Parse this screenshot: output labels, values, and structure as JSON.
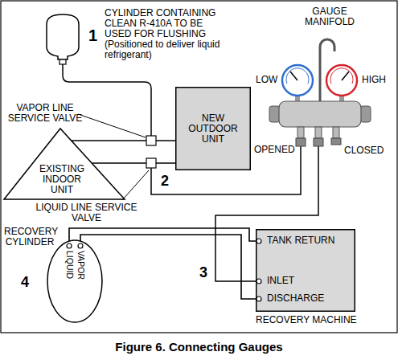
{
  "diagram": {
    "caption": "Figure 6. Connecting Gauges",
    "nodes": [
      {
        "text": [
          "NEW OUTDOOR UNIT"
        ]
      },
      {
        "text": [
          "EXISTING INDOOR UNIT"
        ]
      },
      {
        "text": [
          "RECOVERY CYLINDER",
          "LIQUID",
          "VAPOR"
        ]
      },
      {
        "text": [
          "TANK RETURN",
          "INLET",
          "DISCHARGE",
          "RECOVERY MACHINE"
        ]
      }
    ],
    "edges": [
      {
        "from": 1,
        "to": 0,
        "arrow": "none"
      },
      {
        "from": 1,
        "to": 0,
        "arrow": "none"
      },
      {
        "from": 3,
        "to": 2,
        "arrow": "none"
      },
      {
        "from": 3,
        "to": 2,
        "arrow": "none"
      }
    ],
    "labels": [
      "CYLINDER CONTAINING CLEAN R-410A TO BE USED FOR FLUSHING (Positioned to deliver liquid refrigerant)",
      "1",
      "GAUGE MANIFOLD",
      "LOW",
      "HIGH",
      "VAPOR LINE SERVICE VALVE",
      "OPENED",
      "CLOSED",
      "2",
      "LIQUID LINE SERVICE VALVE",
      "3",
      "4"
    ]
  }
}
